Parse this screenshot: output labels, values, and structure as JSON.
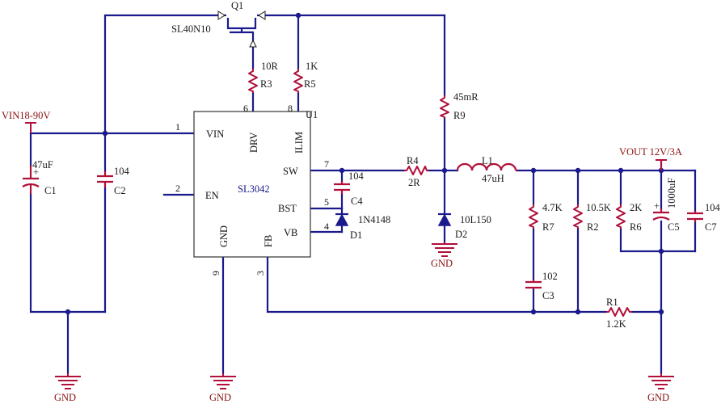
{
  "nets": {
    "vin": "VIN18-90V",
    "vout": "VOUT 12V/3A",
    "gnd": "GND"
  },
  "ic": {
    "ref": "U1",
    "part": "SL3042",
    "pins": {
      "vin": {
        "name": "VIN",
        "num": "1"
      },
      "en": {
        "name": "EN",
        "num": "2"
      },
      "drv": {
        "name": "DRV",
        "num": "6"
      },
      "ilim": {
        "name": "ILIM",
        "num": "8"
      },
      "sw": {
        "name": "SW",
        "num": "7"
      },
      "bst": {
        "name": "BST",
        "num": "5"
      },
      "vb": {
        "name": "VB",
        "num": "4"
      },
      "gnd": {
        "name": "GND",
        "num": "9"
      },
      "fb": {
        "name": "FB",
        "num": "3"
      }
    }
  },
  "components": {
    "q1": {
      "ref": "Q1",
      "value": "SL40N10"
    },
    "r3": {
      "ref": "R3",
      "value": "10R"
    },
    "r5": {
      "ref": "R5",
      "value": "1K"
    },
    "r9": {
      "ref": "R9",
      "value": "45mR"
    },
    "r4": {
      "ref": "R4",
      "value": "2R"
    },
    "l1": {
      "ref": "L1",
      "value": "47uH"
    },
    "c1": {
      "ref": "C1",
      "value": "47uF"
    },
    "c2": {
      "ref": "C2",
      "value": "104"
    },
    "c4": {
      "ref": "C4",
      "value": "104"
    },
    "d1": {
      "ref": "D1",
      "value": "1N4148"
    },
    "d2": {
      "ref": "D2",
      "value": "10L150"
    },
    "r7": {
      "ref": "R7",
      "value": "4.7K"
    },
    "r2": {
      "ref": "R2",
      "value": "10.5K"
    },
    "r6": {
      "ref": "R6",
      "value": "2K"
    },
    "c5": {
      "ref": "C5",
      "value": "1000uF"
    },
    "c7": {
      "ref": "C7",
      "value": "104"
    },
    "c3": {
      "ref": "C3",
      "value": "102"
    },
    "r1": {
      "ref": "R1",
      "value": "1.2K"
    }
  }
}
